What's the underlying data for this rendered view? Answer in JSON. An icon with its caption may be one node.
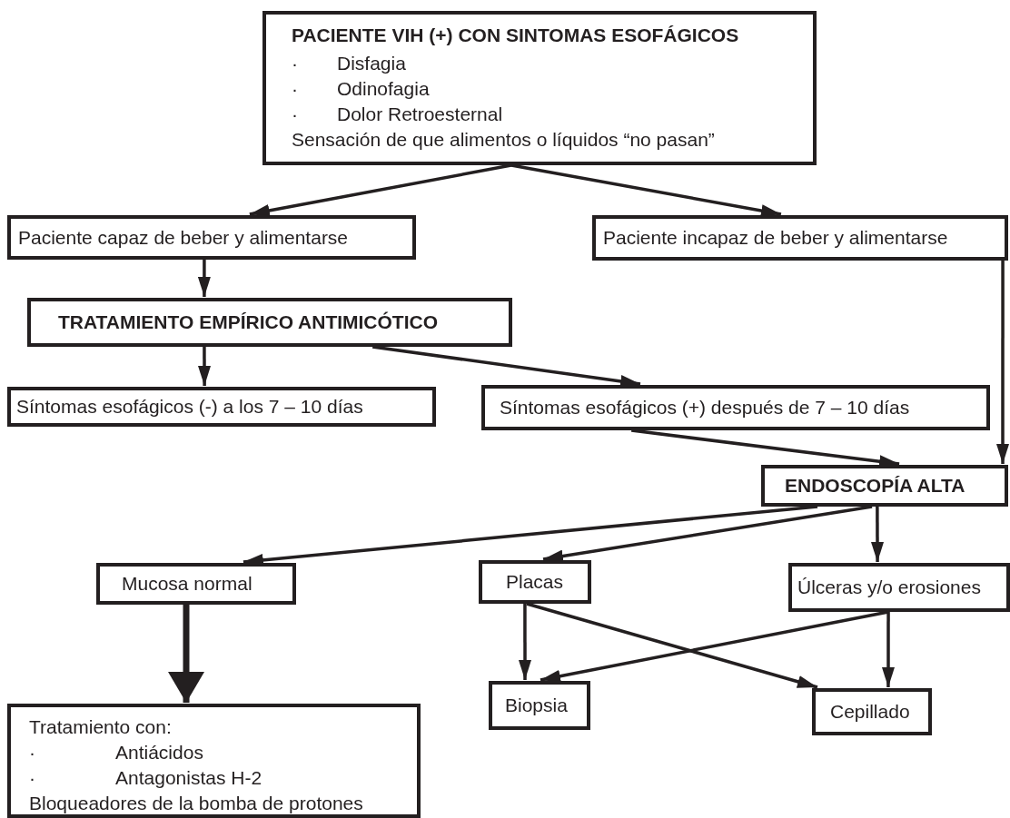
{
  "diagram": {
    "nodes": [
      {
        "text": [
          "PACIENTE VIH (+) CON SINTOMAS ESOFÁGICOS",
          "·\tDisfagia",
          "·\tOdinofagia",
          "·\tDolor Retroesternal",
          "Sensación de que alimentos o líquidos “no pasan”"
        ]
      },
      {
        "text": [
          "Paciente capaz de beber y alimentarse"
        ]
      },
      {
        "text": [
          "Paciente incapaz de beber y alimentarse"
        ]
      },
      {
        "text": [
          "TRATAMIENTO EMPÍRICO ANTIMICÓTICO"
        ]
      },
      {
        "text": [
          "Síntomas esofágicos (-) a los 7 – 10 días"
        ]
      },
      {
        "text": [
          "Síntomas esofágicos (+) después de 7 – 10 días"
        ]
      },
      {
        "text": [
          "ENDOSCOPÍA ALTA"
        ]
      },
      {
        "text": [
          "Mucosa normal"
        ]
      },
      {
        "text": [
          "Placas"
        ]
      },
      {
        "text": [
          "Úlceras y/o erosiones"
        ]
      },
      {
        "text": [
          "Biopsia"
        ]
      },
      {
        "text": [
          "Cepillado"
        ]
      },
      {
        "text": [
          "Tratamiento con:",
          "·\tAntiácidos",
          "·\tAntagonistas H-2",
          "Bloqueadores de la bomba de protones"
        ]
      }
    ],
    "edges": [
      {
        "from": 0,
        "to": 1,
        "arrow": "to"
      },
      {
        "from": 0,
        "to": 2,
        "arrow": "to"
      },
      {
        "from": 1,
        "to": 3,
        "arrow": "to"
      },
      {
        "from": 2,
        "to": 6,
        "arrow": "to"
      },
      {
        "from": 3,
        "to": 4,
        "arrow": "to"
      },
      {
        "from": 3,
        "to": 5,
        "arrow": "to"
      },
      {
        "from": 5,
        "to": 6,
        "arrow": "to"
      },
      {
        "from": 6,
        "to": 7,
        "arrow": "to"
      },
      {
        "from": 6,
        "to": 8,
        "arrow": "to"
      },
      {
        "from": 6,
        "to": 9,
        "arrow": "to"
      },
      {
        "from": 7,
        "to": 12,
        "arrow": "to",
        "style": "thick"
      },
      {
        "from": 8,
        "to": 10,
        "arrow": "to"
      },
      {
        "from": 8,
        "to": 11,
        "arrow": "to"
      },
      {
        "from": 9,
        "to": 10,
        "arrow": "to"
      },
      {
        "from": 9,
        "to": 11,
        "arrow": "to"
      }
    ]
  }
}
